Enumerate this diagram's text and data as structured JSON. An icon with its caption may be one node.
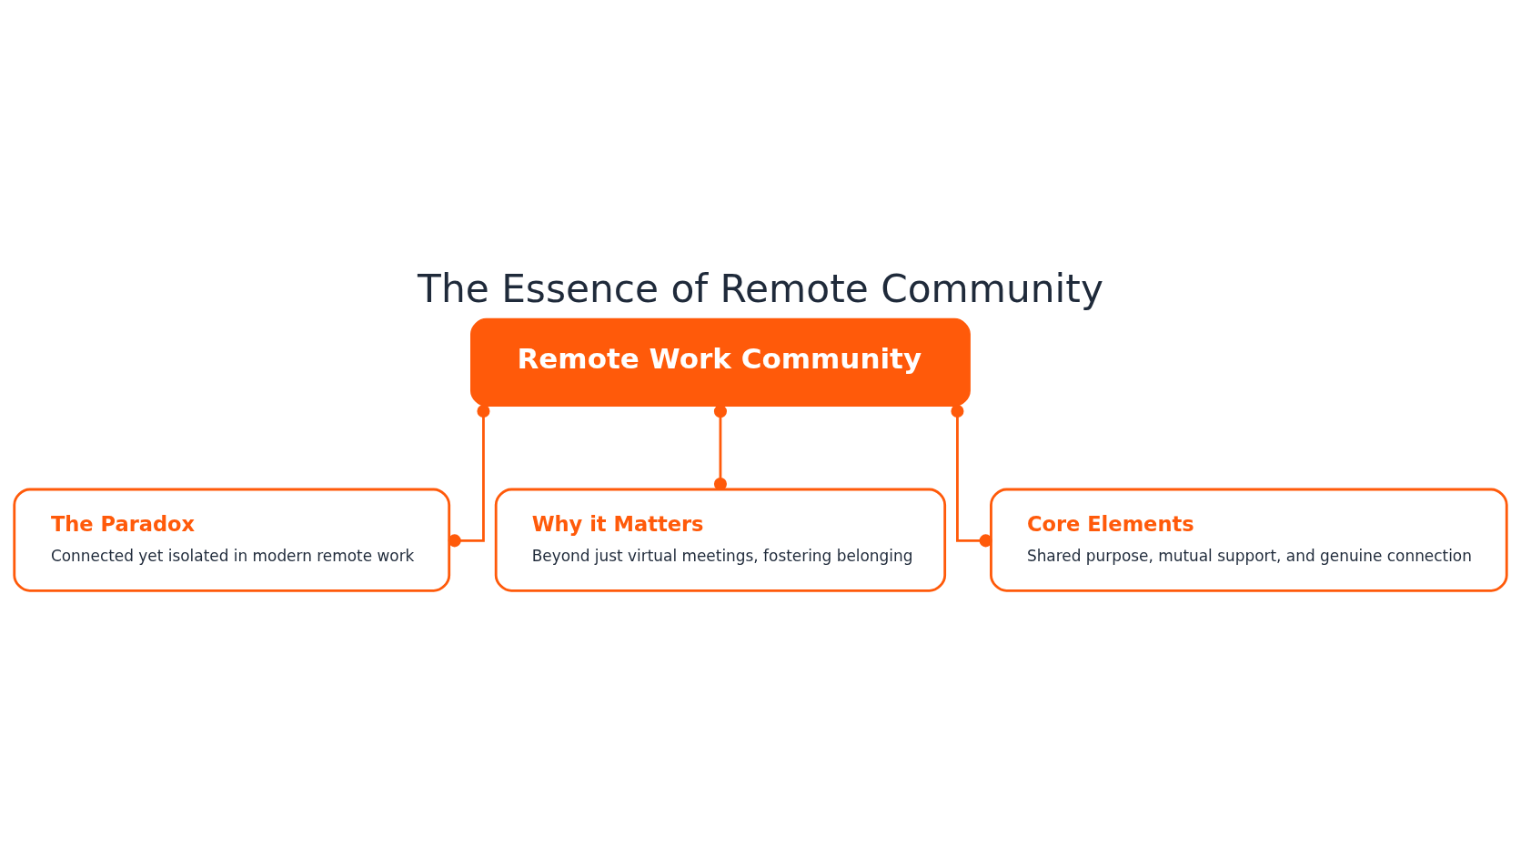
{
  "diagram": {
    "title": "The Essence of Remote Community",
    "nodes": [
      {
        "text": [
          "Remote Work Community"
        ]
      },
      {
        "text": [
          "The Paradox",
          "Connected yet isolated in modern remote work"
        ]
      },
      {
        "text": [
          "Why it Matters",
          "Beyond just virtual meetings, fostering belonging"
        ]
      },
      {
        "text": [
          "Core Elements",
          "Shared purpose, mutual support, and genuine connection"
        ]
      }
    ],
    "edges": [
      {
        "from": 0,
        "to": 1,
        "arrow": "other"
      },
      {
        "from": 0,
        "to": 2,
        "arrow": "other"
      },
      {
        "from": 0,
        "to": 3,
        "arrow": "other"
      }
    ]
  }
}
